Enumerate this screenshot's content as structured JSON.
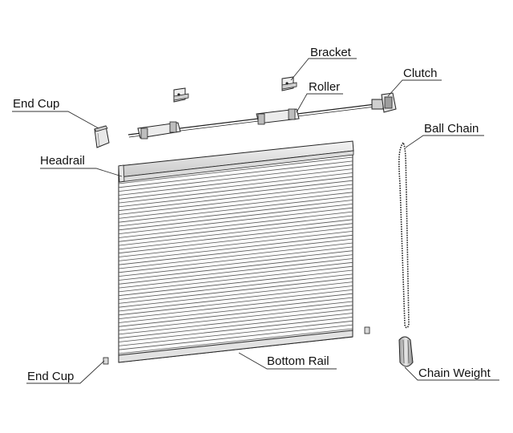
{
  "labels": {
    "bracket": "Bracket",
    "clutch": "Clutch",
    "roller": "Roller",
    "end_cup_top": "End Cup",
    "ball_chain": "Ball Chain",
    "headrail": "Headrail",
    "end_cup_bottom": "End Cup",
    "bottom_rail": "Bottom Rail",
    "chain_weight": "Chain Weight"
  }
}
